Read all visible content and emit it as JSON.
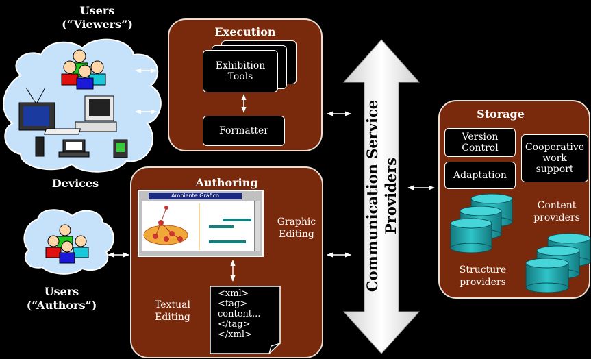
{
  "users_viewers": {
    "line1": "Users",
    "line2": "(“Viewers”)"
  },
  "devices_label": "Devices",
  "users_authors": {
    "line1": "Users",
    "line2": "(“Authors”)"
  },
  "execution": {
    "title": "Execution",
    "exhibition_tools": {
      "line1": "Exhibition",
      "line2": "Tools"
    },
    "formatter": "Formatter"
  },
  "authoring": {
    "title": "Authoring",
    "window_title": "Ambiente Gráfico",
    "graphic_editing": {
      "line1": "Graphic",
      "line2": "Editing"
    },
    "textual_editing": {
      "line1": "Textual",
      "line2": "Editing"
    },
    "code_lines": [
      "<xml>",
      "<tag>",
      "content...",
      "</tag>",
      "</xml>"
    ]
  },
  "communication": {
    "line1": "Communication Service",
    "line2": "Providers"
  },
  "storage": {
    "title": "Storage",
    "version_control": {
      "line1": "Version",
      "line2": "Control"
    },
    "adaptation": "Adaptation",
    "cooperative": {
      "line1": "Cooperative",
      "line2": "work",
      "line3": "support"
    },
    "content_providers": {
      "line1": "Content",
      "line2": "providers"
    },
    "structure_providers": {
      "line1": "Structure",
      "line2": "providers"
    }
  },
  "colors": {
    "panel": "#7a2a0c",
    "cylinder": "#1fa3a8",
    "cloud": "#bfe0ff",
    "background": "#000000"
  }
}
